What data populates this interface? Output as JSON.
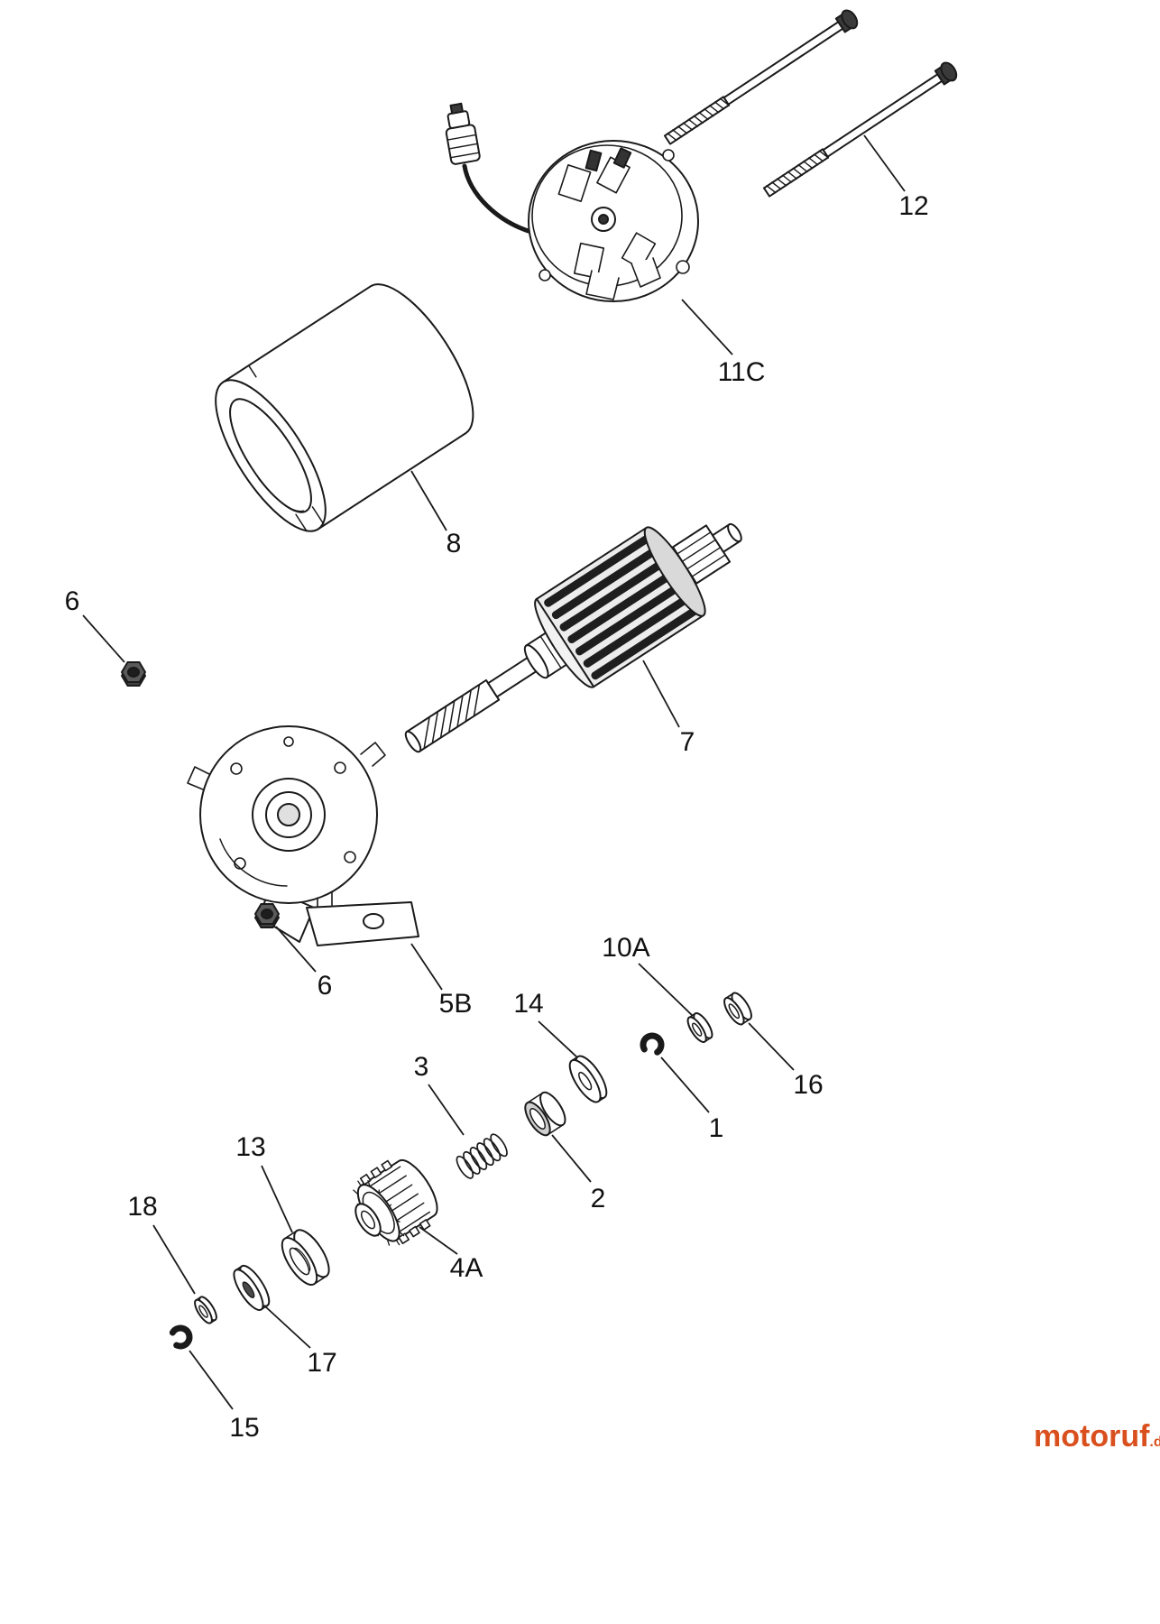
{
  "diagram": {
    "description": "Exploded parts view of a starter motor assembly"
  },
  "part_labels": {
    "bolt": "12",
    "brush_end_cap": "11C",
    "housing": "8",
    "nut_upper": "6",
    "armature": "7",
    "end_plate": "5B",
    "nut_lower": "6",
    "washer_10a": "10A",
    "washer_14": "14",
    "spring": "3",
    "washer_16": "16",
    "retaining_ring_1": "1",
    "roller_13": "13",
    "bushing_2": "2",
    "pinion_gear": "4A",
    "washer_18": "18",
    "washer_17": "17",
    "retaining_ring_15": "15"
  },
  "watermark": {
    "brand": "motoruf",
    "suffix": ".de"
  },
  "colors": {
    "line": "#1a1a1a",
    "watermark": "#d9501e",
    "background": "#ffffff"
  }
}
